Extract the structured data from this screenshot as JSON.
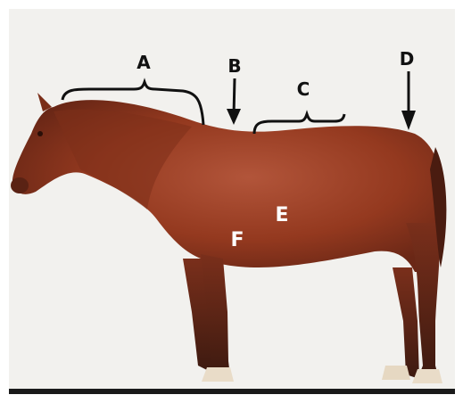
{
  "labels": {
    "a": "A",
    "b": "B",
    "c": "C",
    "d": "D",
    "e": "E",
    "f": "F"
  },
  "colors": {
    "background": "#f2f1ee",
    "horse_coat": "#9a3e24",
    "horse_shadow": "#5a2316",
    "label_dark": "#111111",
    "label_light": "#ffffff"
  }
}
